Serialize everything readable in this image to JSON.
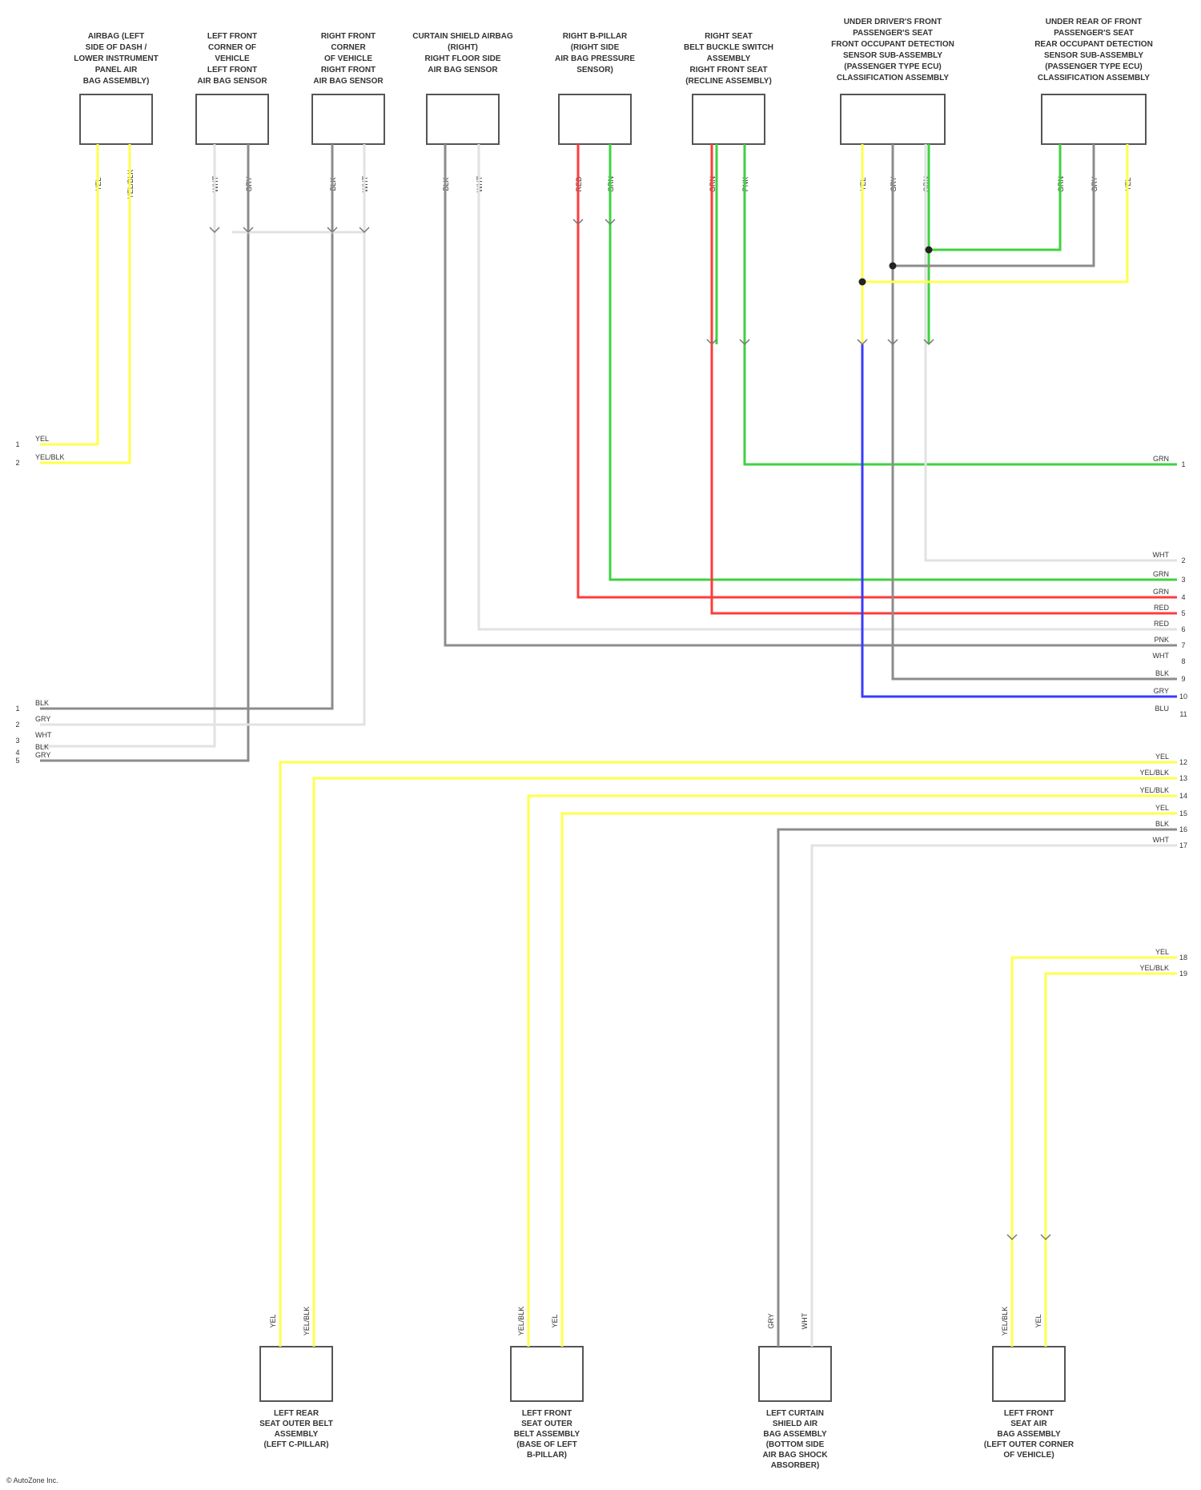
{
  "colors": {
    "yel": "#ffff4d",
    "red": "#ff3b3b",
    "grn": "#3fd23f",
    "gry": "#8c8c8c",
    "wht": "#e2e2e2",
    "blu": "#3b3bff",
    "box": "#555555",
    "text": "#333333"
  },
  "top_components": [
    {
      "title": [
        "AIRBAG (LEFT",
        "SIDE OF DASH /",
        "LOWER INSTRUMENT",
        "PANEL AIR",
        "BAG ASSEMBLY)"
      ],
      "pin_labels": [
        "YEL",
        "YEL/BLK"
      ]
    },
    {
      "title": [
        "LEFT FRONT",
        "CORNER OF",
        "VEHICLE",
        "LEFT FRONT",
        "AIR BAG SENSOR"
      ],
      "pin_labels": [
        "WHT",
        "GRY"
      ]
    },
    {
      "title": [
        "RIGHT FRONT",
        "CORNER",
        "OF VEHICLE",
        "RIGHT FRONT",
        "AIR BAG SENSOR"
      ],
      "pin_labels": [
        "BLK",
        "WHT"
      ]
    },
    {
      "title": [
        "CURTAIN SHIELD AIRBAG",
        "(RIGHT)",
        "RIGHT FLOOR SIDE",
        "AIR BAG SENSOR"
      ],
      "pin_labels": [
        "BLK",
        "WHT"
      ]
    },
    {
      "title": [
        "RIGHT B-PILLAR",
        "(RIGHT SIDE",
        "AIR BAG PRESSURE",
        "SENSOR)"
      ],
      "pin_labels": [
        "RED",
        "GRN"
      ]
    },
    {
      "title": [
        "RIGHT SEAT",
        "BELT BUCKLE SWITCH",
        "ASSEMBLY",
        "RIGHT FRONT SEAT",
        "(RECLINE ASSEMBLY)"
      ],
      "pin_labels": [
        "GRN",
        "PNK"
      ]
    },
    {
      "title": [
        "UNDER DRIVER'S FRONT",
        "PASSENGER'S SEAT",
        "FRONT OCCUPANT DETECTION",
        "SENSOR SUB-ASSEMBLY",
        "(PASSENGER TYPE ECU)",
        "CLASSIFICATION ASSEMBLY"
      ],
      "pin_labels": [
        "YEL",
        "GRY",
        "GRN"
      ]
    },
    {
      "title": [
        "UNDER REAR OF FRONT",
        "PASSENGER'S SEAT",
        "REAR OCCUPANT DETECTION",
        "SENSOR SUB-ASSEMBLY",
        "(PASSENGER TYPE ECU)",
        "CLASSIFICATION ASSEMBLY"
      ],
      "pin_labels": [
        "GRN",
        "GRY",
        "YEL"
      ]
    }
  ],
  "bottom_components": [
    {
      "title": [
        "LEFT REAR",
        "SEAT OUTER BELT",
        "ASSEMBLY",
        "(LEFT C-PILLAR)"
      ],
      "pin_labels": [
        "YEL",
        "YEL/BLK"
      ]
    },
    {
      "title": [
        "LEFT FRONT",
        "SEAT OUTER",
        "BELT ASSEMBLY",
        "(BASE OF LEFT",
        "B-PILLAR)"
      ],
      "pin_labels": [
        "YEL/BLK",
        "YEL"
      ]
    },
    {
      "title": [
        "LEFT CURTAIN",
        "SHIELD AIR",
        "BAG ASSEMBLY",
        "(BOTTOM SIDE",
        "AIR BAG SHOCK",
        "ABSORBER)"
      ],
      "pin_labels": [
        "GRY",
        "WHT"
      ]
    },
    {
      "title": [
        "LEFT FRONT",
        "SEAT AIR",
        "BAG ASSEMBLY",
        "(LEFT OUTER CORNER",
        "OF VEHICLE)"
      ],
      "pin_labels": [
        "YEL/BLK",
        "YEL"
      ]
    }
  ],
  "left_terminals": [
    {
      "pin": "1",
      "label": "YEL"
    },
    {
      "pin": "2",
      "label": "YEL/BLK"
    },
    {
      "pin": "1",
      "label": "BLK"
    },
    {
      "pin": "2",
      "label": "GRY"
    },
    {
      "pin": "3",
      "label": "WHT"
    },
    {
      "pin": "4",
      "label": "BLK"
    },
    {
      "pin": "5",
      "label": "GRY"
    }
  ],
  "right_terminals": [
    {
      "pin": "1",
      "label": "GRN"
    },
    {
      "pin": "2",
      "label": "WHT"
    },
    {
      "pin": "3",
      "label": "GRN"
    },
    {
      "pin": "4",
      "label": "GRN"
    },
    {
      "pin": "5",
      "label": "RED"
    },
    {
      "pin": "6",
      "label": "RED"
    },
    {
      "pin": "7",
      "label": "PNK"
    },
    {
      "pin": "8",
      "label": "WHT"
    },
    {
      "pin": "9",
      "label": "BLK"
    },
    {
      "pin": "10",
      "label": "GRY"
    },
    {
      "pin": "11",
      "label": "BLU"
    },
    {
      "pin": "12",
      "label": "YEL"
    },
    {
      "pin": "13",
      "label": "YEL/BLK"
    },
    {
      "pin": "14",
      "label": "YEL/BLK"
    },
    {
      "pin": "15",
      "label": "YEL"
    },
    {
      "pin": "16",
      "label": "BLK"
    },
    {
      "pin": "17",
      "label": "WHT"
    },
    {
      "pin": "18",
      "label": "YEL"
    },
    {
      "pin": "19",
      "label": "YEL/BLK"
    }
  ],
  "footer": "© AutoZone Inc."
}
